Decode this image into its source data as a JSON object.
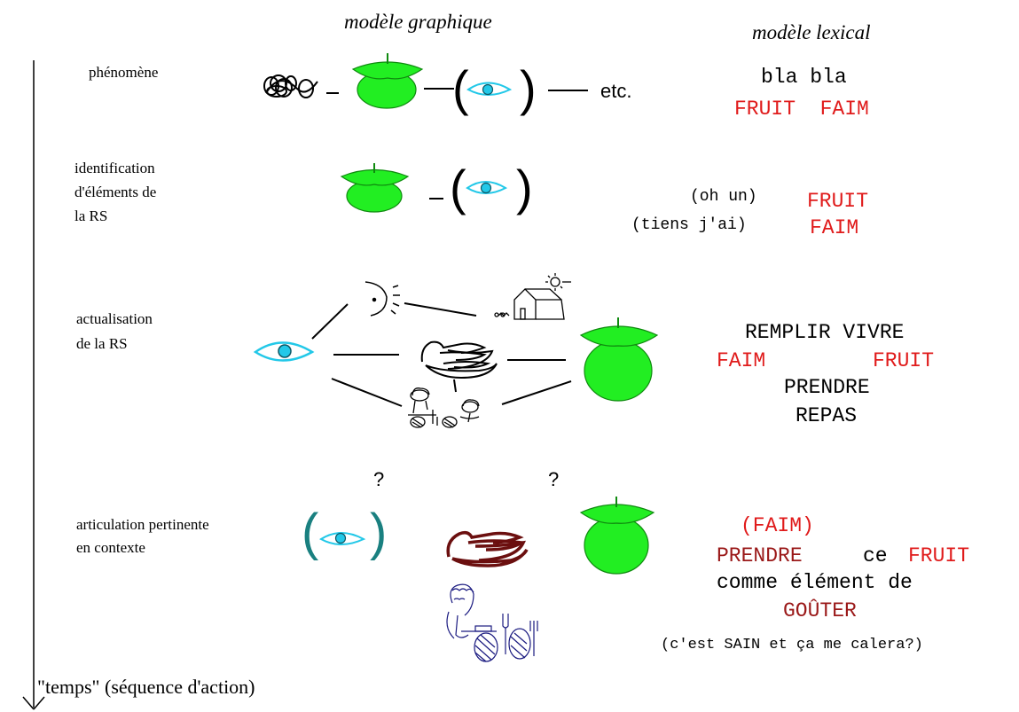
{
  "headers": {
    "graphic": "modèle graphique",
    "lexical": "modèle lexical"
  },
  "stages": {
    "s1": {
      "label": "phénomène",
      "etc": "etc.",
      "lex1": "bla bla",
      "lex2": "FRUIT  FAIM"
    },
    "s2": {
      "label_l1": "identification",
      "label_l2": "d'éléments de",
      "label_l3": "la RS",
      "lex_oh": "(oh un)",
      "lex_fruit": "FRUIT",
      "lex_tiens": "(tiens j'ai)",
      "lex_faim": "FAIM"
    },
    "s3": {
      "label_l1": "actualisation",
      "label_l2": "de la RS",
      "lex_remplir": "REMPLIR VIVRE",
      "lex_faim": "FAIM",
      "lex_fruit": "FRUIT",
      "lex_prendre": "PRENDRE",
      "lex_repas": "REPAS"
    },
    "s4": {
      "q1": "?",
      "q2": "?",
      "label_l1": "articulation pertinente",
      "label_l2": "en contexte",
      "lex_faim": "(FAIM)",
      "lex_prendre": "PRENDRE",
      "lex_ce": "ce",
      "lex_fruit": "FRUIT",
      "lex_comme": "comme élément de",
      "lex_gouter": "GOÛTER",
      "lex_note": "(c'est SAIN et ça me calera?)"
    }
  },
  "time_axis": {
    "label": "\"temps\" (séquence d'action)"
  },
  "colors": {
    "apple": "#22ee22",
    "apple_dark": "#0f8a0f",
    "eye": "#22c8e8",
    "hand_dark": "#6b0f0f",
    "paren_teal": "#1a8080",
    "lex_red": "#e01b1b"
  },
  "icons": [
    "scribble-icon",
    "apple-icon",
    "eye-icon",
    "moon-face-icon",
    "house-sun-icon",
    "hand-icon",
    "people-meal-icon",
    "person-meal-icon"
  ]
}
